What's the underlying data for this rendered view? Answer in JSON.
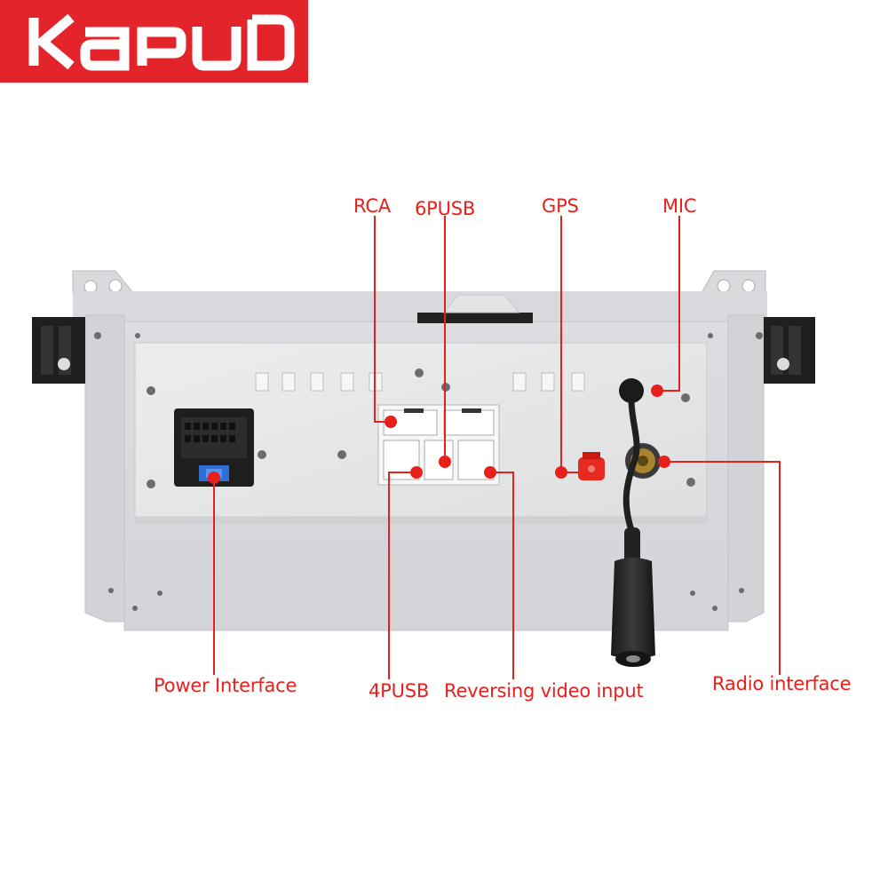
{
  "brand": {
    "logo_text": "Kapud",
    "color": "#e4242b"
  },
  "accent_color": "#e8201b",
  "labels": {
    "rca": "RCA",
    "usb6": "6PUSB",
    "gps": "GPS",
    "mic": "MIC",
    "power": "Power Interface",
    "usb4": "4PUSB",
    "reverse": "Reversing video input",
    "radio": "Radio interface"
  }
}
